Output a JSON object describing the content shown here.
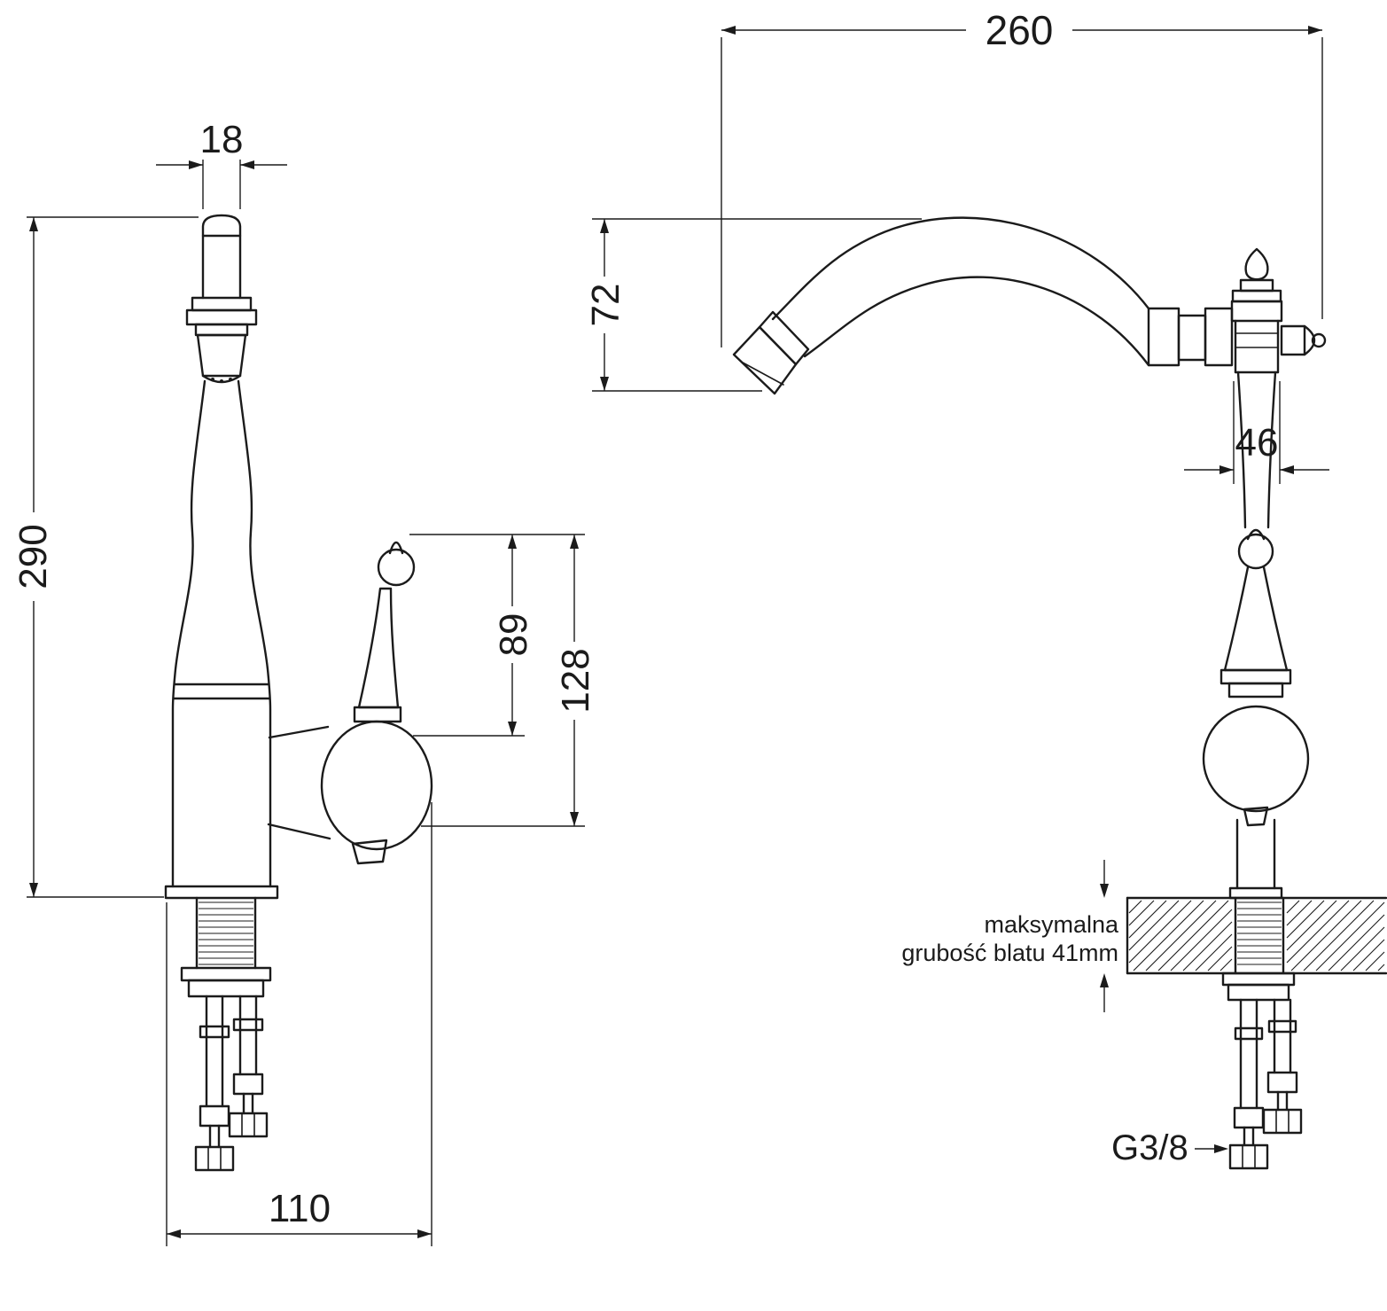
{
  "page": {
    "background": "#ffffff",
    "line_color": "#1b1b1b"
  },
  "drawing": {
    "side_view": {
      "spout_outlet_width": "18",
      "total_height": "290",
      "base_depth": "110",
      "handle_height": "89",
      "handle_overall_height": "128"
    },
    "front_view": {
      "spout_reach": "260",
      "spout_drop": "72",
      "body_width": "46",
      "counter_note_line1": "maksymalna",
      "counter_note_line2": "grubość blatu 41mm",
      "thread_size": "G3/8"
    }
  }
}
